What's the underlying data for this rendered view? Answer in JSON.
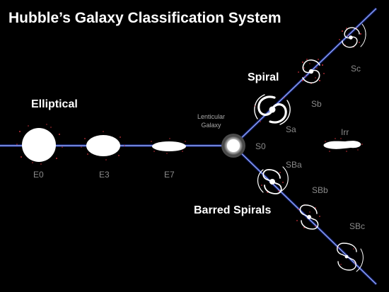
{
  "title": "Hubble’s Galaxy Classification System",
  "groups": {
    "elliptical": "Elliptical",
    "spiral": "Spiral",
    "barred": "Barred Spirals",
    "lenticular_line1": "Lenticular",
    "lenticular_line2": "Galaxy"
  },
  "classes": {
    "e0": "E0",
    "e3": "E3",
    "e7": "E7",
    "s0": "S0",
    "sa": "Sa",
    "sb": "Sb",
    "sc": "Sc",
    "sba": "SBa",
    "sbb": "SBb",
    "sbc": "SBc",
    "irr": "Irr"
  },
  "colors": {
    "background": "#000000",
    "line": "#2f4fd0",
    "label_white": "#ffffff",
    "label_grey": "#8a8a8a",
    "star_red": "#c8303a"
  }
}
